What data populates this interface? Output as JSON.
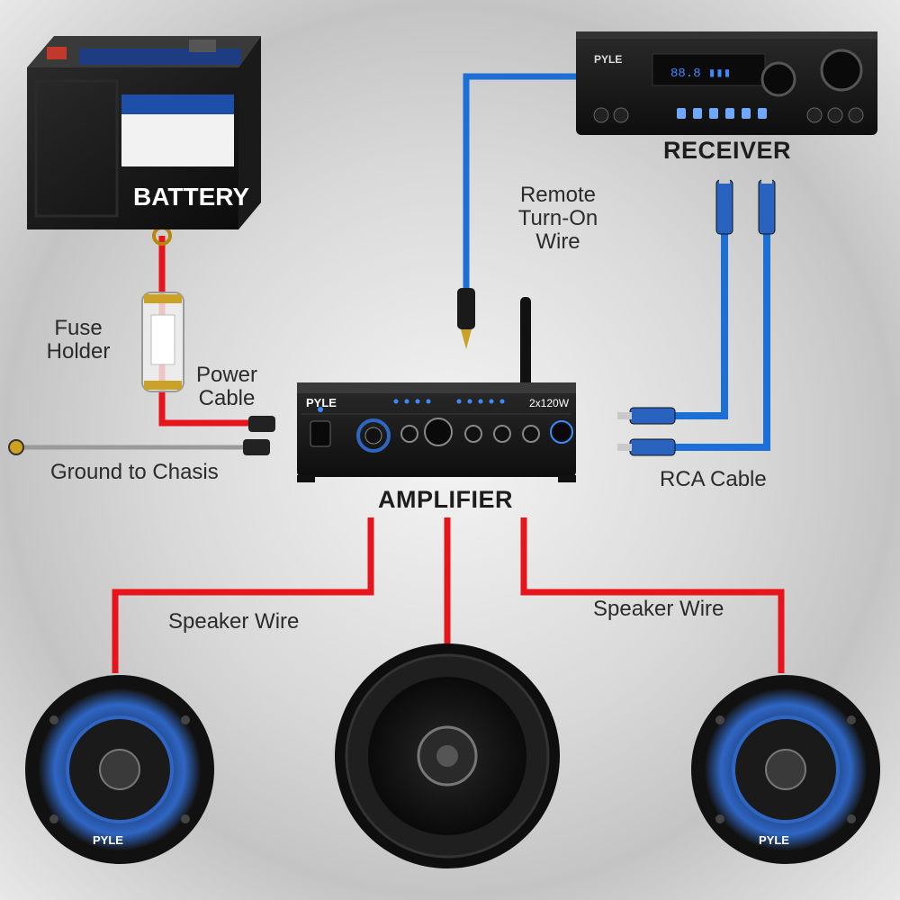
{
  "components": {
    "battery": "BATTERY",
    "receiver": "RECEIVER",
    "amplifier": "AMPLIFIER",
    "receiver_brand": "PYLE",
    "amp_brand": "PYLE",
    "speaker_brand": "PYLE",
    "amp_rating": "2x120W"
  },
  "labels": {
    "remote_line1": "Remote",
    "remote_line2": "Turn-On",
    "remote_line3": "Wire",
    "fuse_line1": "Fuse",
    "fuse_line2": "Holder",
    "power_line1": "Power",
    "power_line2": "Cable",
    "ground": "Ground to Chasis",
    "rca": "RCA Cable",
    "speaker_wire_left": "Speaker Wire",
    "speaker_wire_right": "Speaker Wire"
  },
  "colors": {
    "power_wire": "#e8141b",
    "speaker_wire": "#e8141b",
    "signal_wire": "#1c6fd6",
    "device_body": "#151515",
    "led_blue": "#3d8bff"
  }
}
